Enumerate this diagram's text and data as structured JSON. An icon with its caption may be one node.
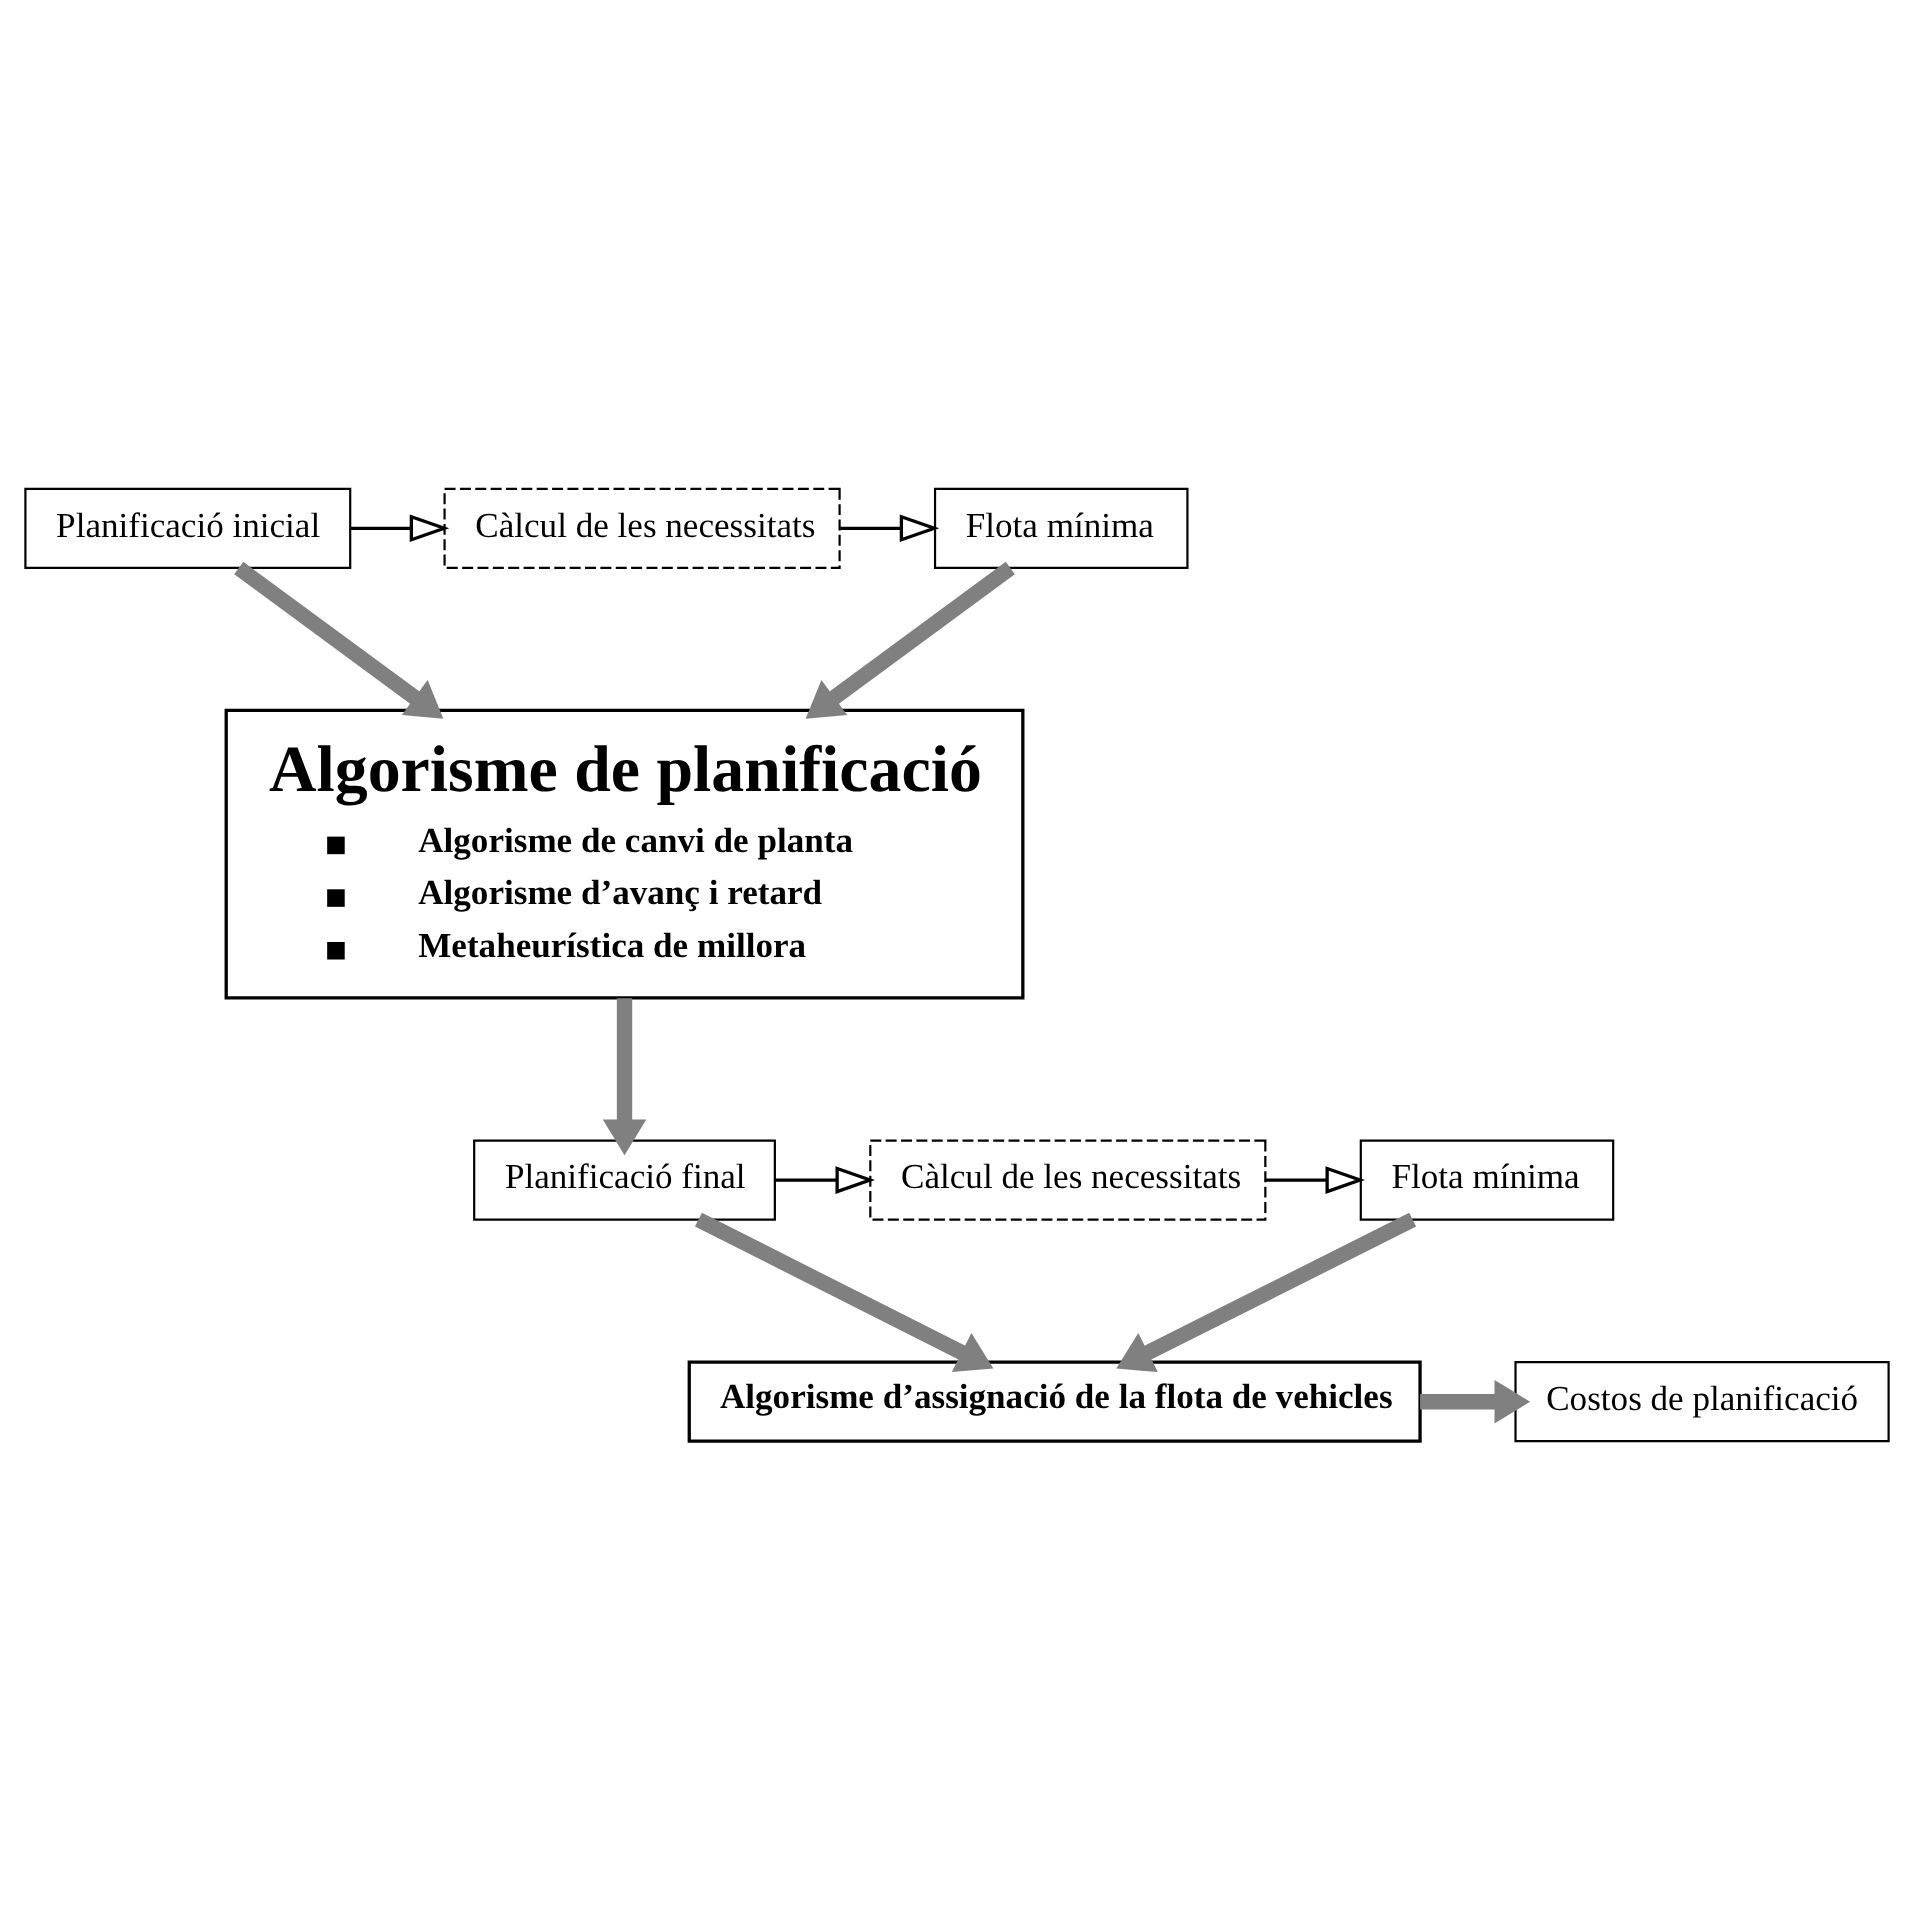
{
  "diagram": {
    "nodes": [
      {
        "text": [
          "Planificació inicial"
        ]
      },
      {
        "text": [
          "Càlcul de les necessitats"
        ]
      },
      {
        "text": [
          "Flota mínima"
        ]
      },
      {
        "text": [
          "Algorisme de planificació",
          "Algorisme de canvi de planta",
          "Algorisme d’avanç i retard",
          "Metaheurística de millora"
        ]
      },
      {
        "text": [
          "Planificació final"
        ]
      },
      {
        "text": [
          "Càlcul de les necessitats"
        ]
      },
      {
        "text": [
          "Flota mínima"
        ]
      },
      {
        "text": [
          "Algorisme d’assignació de la flota de vehicles"
        ]
      },
      {
        "text": [
          "Costos de planificació"
        ]
      }
    ],
    "edges": [
      {
        "from": 0,
        "to": 1,
        "arrow": "to",
        "color": "#000000"
      },
      {
        "from": 1,
        "to": 2,
        "arrow": "to",
        "color": "#000000"
      },
      {
        "from": 0,
        "to": 3,
        "arrow": "to"
      },
      {
        "from": 2,
        "to": 3,
        "arrow": "to"
      },
      {
        "from": 3,
        "to": 4,
        "arrow": "to"
      },
      {
        "from": 4,
        "to": 5,
        "arrow": "to",
        "color": "#000000"
      },
      {
        "from": 5,
        "to": 6,
        "arrow": "to",
        "color": "#000000"
      },
      {
        "from": 4,
        "to": 7,
        "arrow": "to"
      },
      {
        "from": 6,
        "to": 7,
        "arrow": "to"
      },
      {
        "from": 7,
        "to": 8,
        "arrow": "to"
      }
    ]
  }
}
